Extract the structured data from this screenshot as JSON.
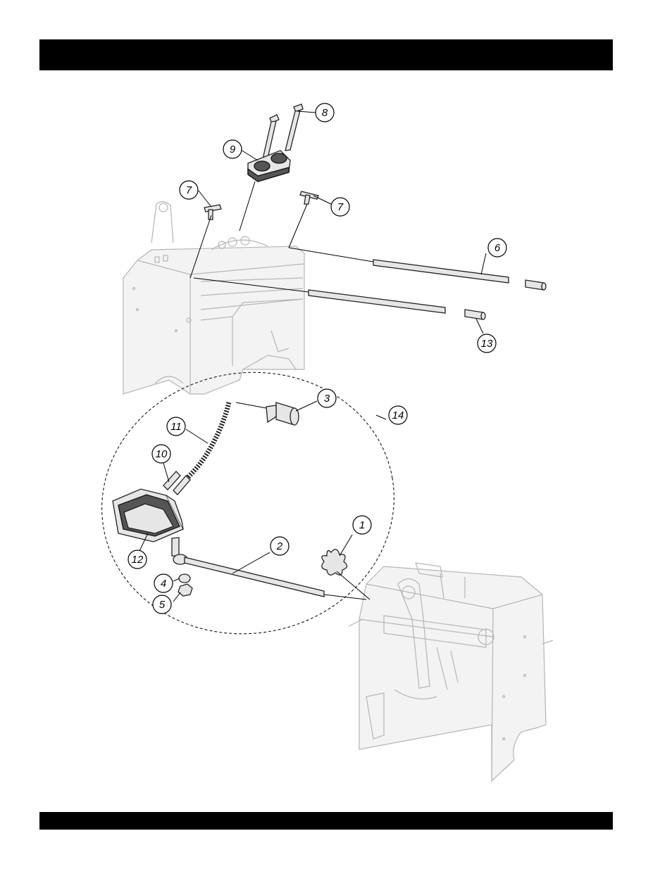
{
  "header_band": {
    "color": "#000000"
  },
  "footer_band": {
    "color": "#000000"
  },
  "callouts": {
    "c1": "1",
    "c2": "2",
    "c3": "3",
    "c4": "4",
    "c5": "5",
    "c6": "6",
    "c7a": "7",
    "c7b": "7",
    "c8": "8",
    "c9": "9",
    "c10": "10",
    "c11": "11",
    "c12": "12",
    "c13": "13",
    "c14": "14"
  }
}
